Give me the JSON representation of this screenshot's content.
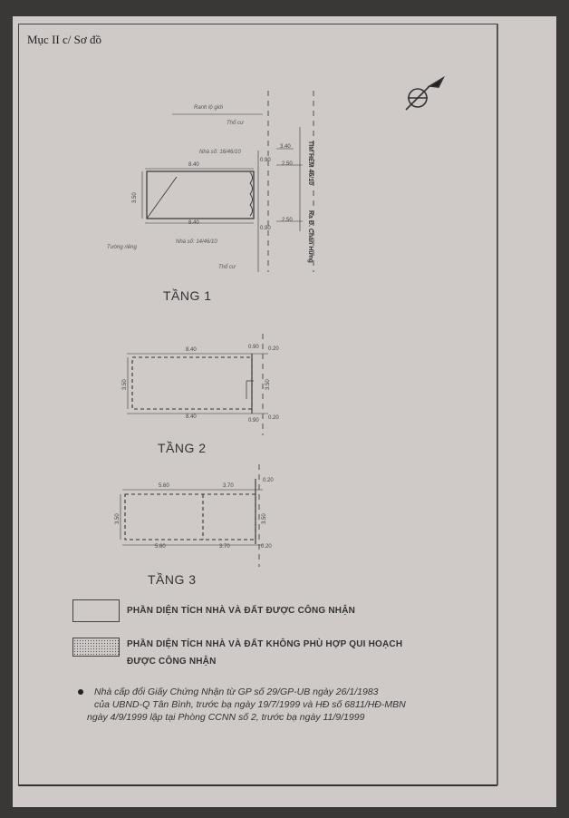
{
  "header": {
    "title": "Mục II c/ Sơ đồ"
  },
  "floor1": {
    "label": "TẦNG 1",
    "ranh_gioi": "Ranh lộ giới",
    "tho_cu_top": "Thổ cư",
    "nha_so_top": "Nhà số: 16/46/10",
    "nha_so_bottom": "Nhà số: 14/46/10",
    "tuong_rieng": "Tường riêng",
    "tho_cu_bottom": "Thổ cư",
    "street_1": "TIM HẺM 46/10",
    "street_2": "Ra Đ. Chấn Hưng",
    "dim_top": "8.40",
    "dim_bottom": "8.40",
    "dim_left": "3.50",
    "dim_3_40": "3.40",
    "dim_2_50_top": "2.50",
    "dim_2_50_bottom": "2.50",
    "dim_0_90_top": "0.90",
    "dim_0_90_bottom": "0.90"
  },
  "floor2": {
    "label": "TẦNG 2",
    "dim_top": "8.40",
    "dim_bottom": "8.40",
    "dim_left": "3.50",
    "dim_right": "3.50",
    "dim_0_90_top": "0.90",
    "dim_0_90_bottom": "0.90",
    "dim_0_20_top": "0.20",
    "dim_0_20_bottom": "0.20"
  },
  "floor3": {
    "label": "TẦNG 3",
    "dim_top_left": "5.60",
    "dim_top_right": "3.70",
    "dim_bottom_left": "5.60",
    "dim_bottom_right": "3.70",
    "dim_left": "3.50",
    "dim_right": "3.50",
    "dim_0_20_top": "0.20",
    "dim_0_20_bottom": "0.20"
  },
  "legend": {
    "item1": "PHẦN DIỆN TÍCH NHÀ VÀ ĐẤT ĐƯỢC CÔNG NHẬN",
    "item2_line1": "PHẦN DIỆN TÍCH NHÀ VÀ ĐẤT KHÔNG PHÙ HỢP QUI HOẠCH",
    "item2_line2": "ĐƯỢC CÔNG NHẬN"
  },
  "note": {
    "line1": "Nhà cấp đổi Giấy Chứng Nhận từ GP số 29/GP-UB ngày 26/1/1983",
    "line2": "của UBND-Q Tân Bình, trước bạ ngày 19/7/1999 và HĐ số 6811/HĐ-MBN",
    "line3": "ngày 4/9/1999 lập tại Phòng CCNN số 2, trước bạ ngày 11/9/1999"
  },
  "icons": {
    "north": "north-arrow-icon"
  }
}
